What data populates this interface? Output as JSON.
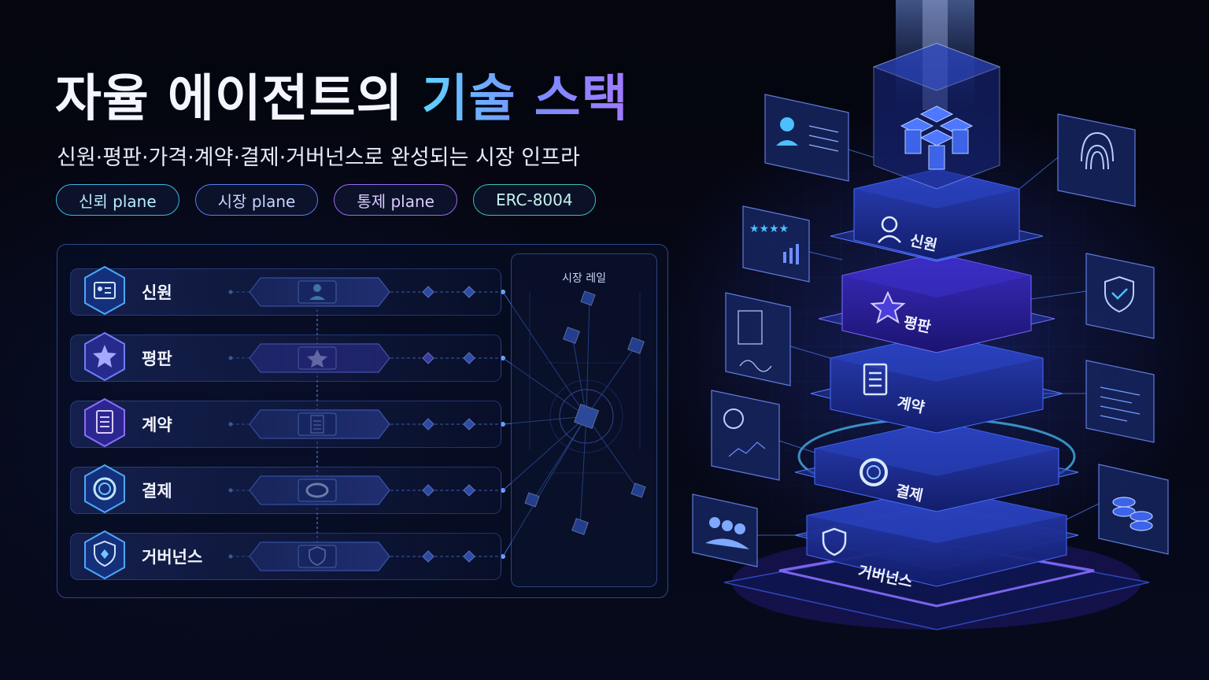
{
  "header": {
    "title_part1": "자율 에이전트의",
    "title_part2": "기술 스택",
    "subtitle": "신원·평판·가격·계약·결제·거버넌스로 완성되는 시장 인프라"
  },
  "pills": [
    {
      "label": "신뢰 plane"
    },
    {
      "label": "시장 plane"
    },
    {
      "label": "통제 plane"
    },
    {
      "label": "ERC-8004"
    }
  ],
  "stack_panel": {
    "rows": [
      {
        "label": "신원",
        "icon": "id-card-icon"
      },
      {
        "label": "평판",
        "icon": "star-icon"
      },
      {
        "label": "계약",
        "icon": "document-icon"
      },
      {
        "label": "결제",
        "icon": "coin-icon"
      },
      {
        "label": "거버넌스",
        "icon": "shield-icon"
      }
    ],
    "rail_title": "시장 레일"
  },
  "tower": {
    "layers": [
      {
        "label": "신원",
        "icon": "user-icon"
      },
      {
        "label": "평판",
        "icon": "star-icon"
      },
      {
        "label": "계약",
        "icon": "document-icon"
      },
      {
        "label": "결제",
        "icon": "coin-icon"
      },
      {
        "label": "거버넌스",
        "icon": "shield-icon"
      }
    ],
    "side_cards": [
      {
        "icon": "profile-card-icon"
      },
      {
        "icon": "rating-chart-icon"
      },
      {
        "icon": "signed-contract-icon"
      },
      {
        "icon": "dollar-chart-icon"
      },
      {
        "icon": "users-group-icon"
      },
      {
        "icon": "fingerprint-icon"
      },
      {
        "icon": "shield-check-icon"
      },
      {
        "icon": "code-lines-icon"
      },
      {
        "icon": "coin-stack-icon"
      }
    ]
  },
  "colors": {
    "accent_cyan": "#5fd2ff",
    "accent_blue": "#5a7bf0",
    "accent_violet": "#a27bff",
    "accent_teal": "#3ec0b4"
  }
}
